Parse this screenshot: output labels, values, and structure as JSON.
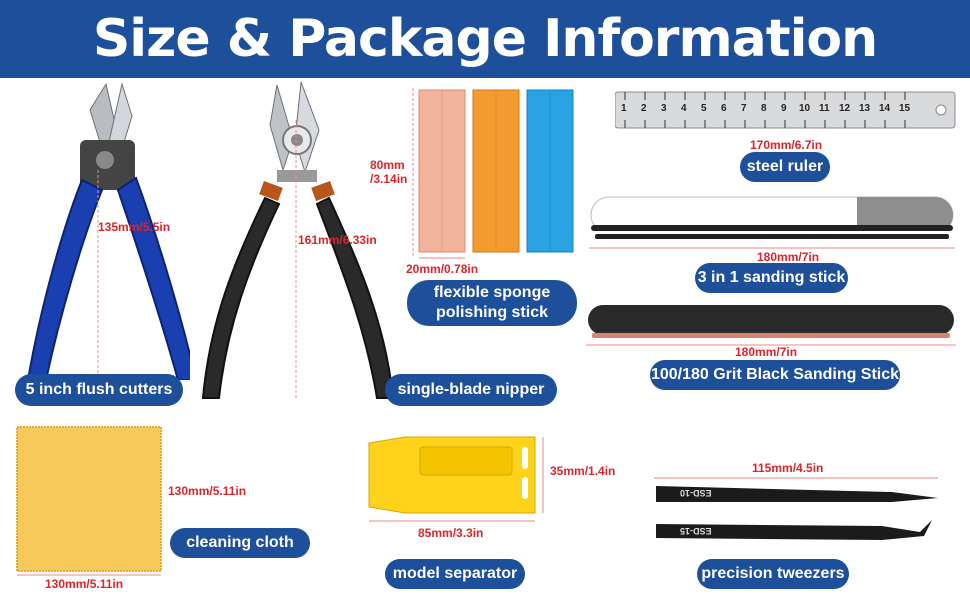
{
  "header": {
    "title": "Size & Package Information"
  },
  "items": {
    "flush_cutters": {
      "label": "5 inch flush cutters",
      "dimension": "135mm/5.5in"
    },
    "nipper": {
      "label": "single-blade nipper",
      "dimension": "161mm/6.33in"
    },
    "sponge": {
      "label_line1": "flexible sponge",
      "label_line2": "polishing stick",
      "height": "80mm",
      "height_in": "/3.14in",
      "width": "20mm/0.78in"
    },
    "ruler": {
      "label": "steel ruler",
      "dimension": "170mm/6.7in",
      "ticks": [
        "1",
        "2",
        "3",
        "4",
        "5",
        "6",
        "7",
        "8",
        "9",
        "10",
        "11",
        "12",
        "13",
        "14",
        "15"
      ]
    },
    "sanding_stick_3in1": {
      "label": "3 in 1 sanding stick",
      "dimension": "180mm/7in"
    },
    "black_sanding_stick": {
      "label": "100/180 Grit Black Sanding Stick",
      "dimension": "180mm/7in"
    },
    "cleaning_cloth": {
      "label": "cleaning  cloth",
      "height": "130mm/5.11in",
      "width": "130mm/5.11in"
    },
    "separator": {
      "label": "model separator",
      "height": "35mm/1.4in",
      "width": "85mm/3.3in"
    },
    "tweezers": {
      "label": "precision tweezers",
      "dimension": "115mm/4.5in",
      "mark1": "ESD-10",
      "mark2": "ESD-15"
    }
  },
  "colors": {
    "banner": "#1d4f9b",
    "pill": "#1d4f9b",
    "dimension": "#d9262c",
    "handle_blue": "#1a3fb0"
  }
}
